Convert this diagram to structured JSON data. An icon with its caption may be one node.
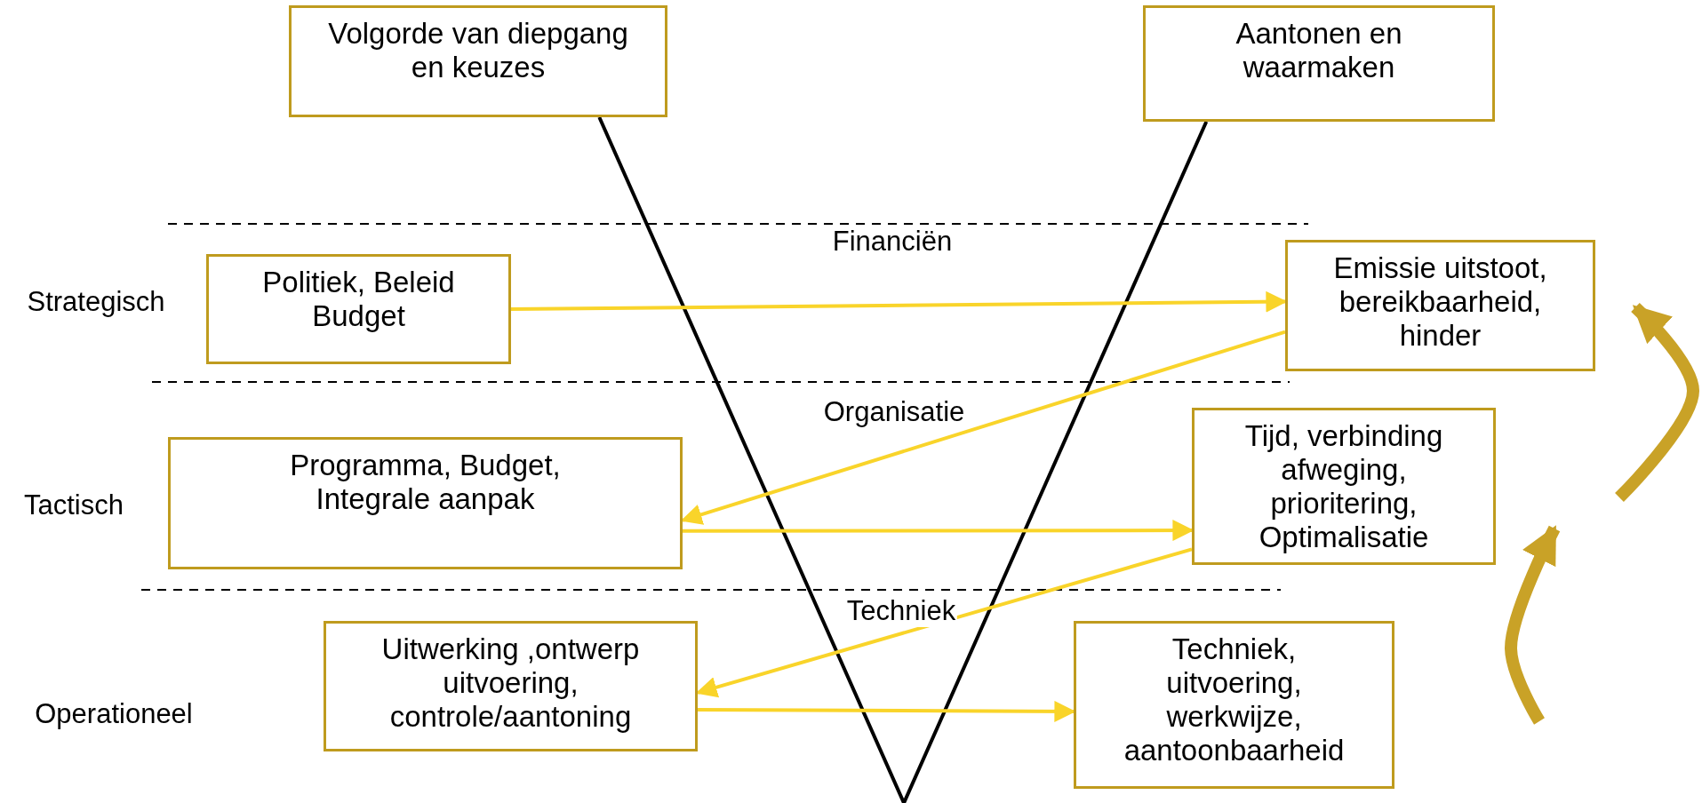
{
  "diagram": {
    "nodes": [
      {
        "text": [
          "Volgorde van diepgang en keuzes"
        ]
      },
      {
        "text": [
          "Aantonen en waarmaken"
        ]
      },
      {
        "text": [
          "Politiek, Beleid Budget"
        ]
      },
      {
        "text": [
          "Emissie uitstoot, bereikbaarheid, hinder"
        ]
      },
      {
        "text": [
          "Programma, Budget, Integrale aanpak"
        ]
      },
      {
        "text": [
          "Tijd, verbinding afweging, prioritering, Optimalisatie"
        ]
      },
      {
        "text": [
          "Uitwerking ,ontwerp uitvoering, controle/aantoning"
        ]
      },
      {
        "text": [
          "Techniek, uitvoering, werkwijze, aantoonbaarheid"
        ]
      }
    ],
    "edges": [
      {
        "from": 0,
        "to": 1,
        "arrow": "none",
        "color": "#000000"
      },
      {
        "from": 2,
        "to": 3,
        "arrow": "to"
      },
      {
        "from": 3,
        "to": 4,
        "arrow": "to"
      },
      {
        "from": 4,
        "to": 5,
        "arrow": "to"
      },
      {
        "from": 5,
        "to": 6,
        "arrow": "to"
      },
      {
        "from": 6,
        "to": 7,
        "arrow": "to"
      }
    ],
    "labels": [
      "Financiën",
      "Strategisch",
      "Organisatie",
      "Tactisch",
      "Techniek",
      "Operationeel"
    ]
  }
}
